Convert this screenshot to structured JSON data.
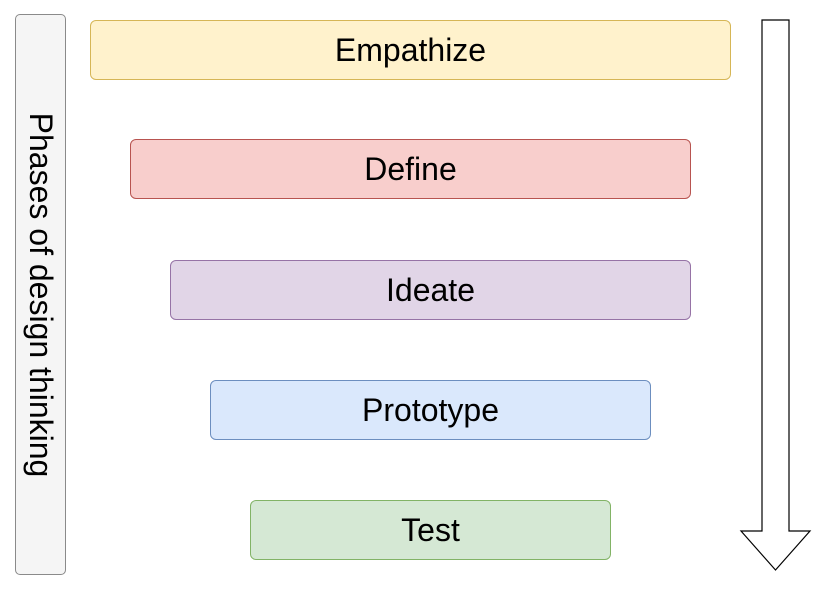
{
  "side_label": "Phases of design thinking",
  "phases": [
    {
      "label": "Empathize",
      "fill": "#fff2cc",
      "stroke": "#d6b656"
    },
    {
      "label": "Define",
      "fill": "#f8cecc",
      "stroke": "#b85450"
    },
    {
      "label": "Ideate",
      "fill": "#e1d5e7",
      "stroke": "#9673a6"
    },
    {
      "label": "Prototype",
      "fill": "#dae8fc",
      "stroke": "#6c8ebf"
    },
    {
      "label": "Test",
      "fill": "#d5e8d4",
      "stroke": "#82b366"
    }
  ],
  "arrow": {
    "direction": "down",
    "fill": "#ffffff",
    "stroke": "#000000"
  }
}
